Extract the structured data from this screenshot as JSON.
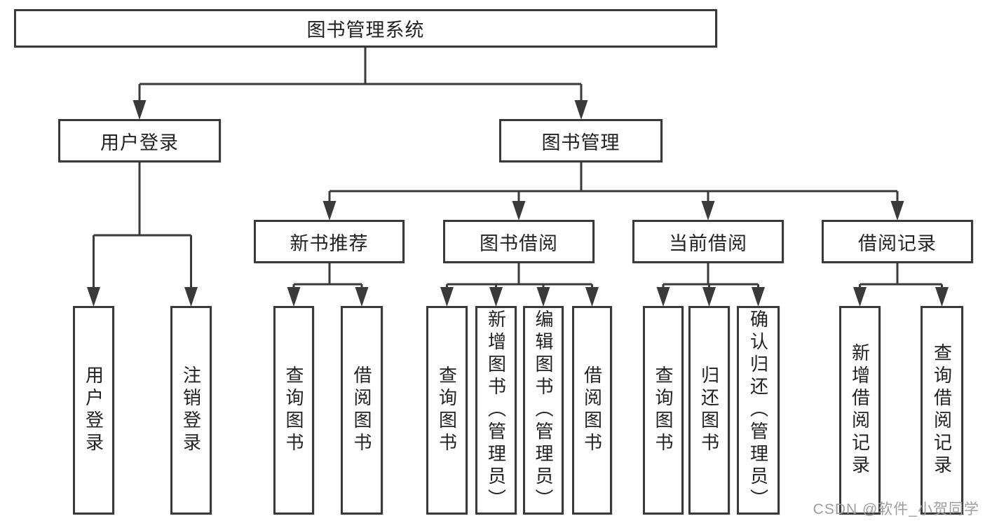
{
  "tree": {
    "root": "图书管理系统",
    "branches": [
      {
        "label": "用户登录",
        "children": [
          "用户登录",
          "注销登录"
        ]
      },
      {
        "label": "图书管理",
        "children": [
          {
            "label": "新书推荐",
            "children": [
              "查询图书",
              "借阅图书"
            ]
          },
          {
            "label": "图书借阅",
            "children": [
              "查询图书",
              "新增图书（管理员）",
              "编辑图书（管理员）",
              "借阅图书"
            ]
          },
          {
            "label": "当前借阅",
            "children": [
              "查询图书",
              "归还图书",
              "确认归还（管理员）"
            ]
          },
          {
            "label": "借阅记录",
            "children": [
              "新增借阅记录",
              "查询借阅记录"
            ]
          }
        ]
      }
    ]
  },
  "watermark": "CSDN @软件_小贺同学",
  "colors": {
    "line": "#3a3a3a",
    "text": "#222222",
    "watermark": "#9e9e9e"
  }
}
